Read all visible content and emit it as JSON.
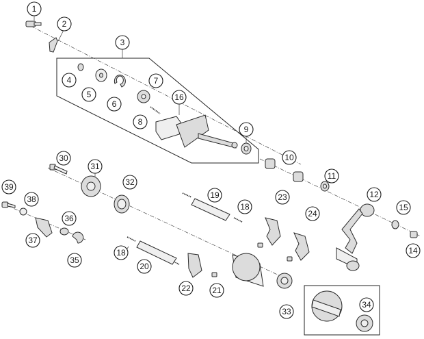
{
  "callouts": {
    "c1": "1",
    "c2": "2",
    "c3": "3",
    "c4": "4",
    "c5": "5",
    "c6": "6",
    "c7": "7",
    "c8": "8",
    "c9": "9",
    "c10": "10",
    "c11": "11",
    "c12": "12",
    "c14": "14",
    "c15": "15",
    "c16": "16",
    "c18a": "18",
    "c18b": "18",
    "c19": "19",
    "c20": "20",
    "c21": "21",
    "c22": "22",
    "c23": "23",
    "c24": "24",
    "c30": "30",
    "c31": "31",
    "c32": "32",
    "c33": "33",
    "c34": "34",
    "c35": "35",
    "c36": "36",
    "c37": "37",
    "c38": "38",
    "c39": "39"
  }
}
